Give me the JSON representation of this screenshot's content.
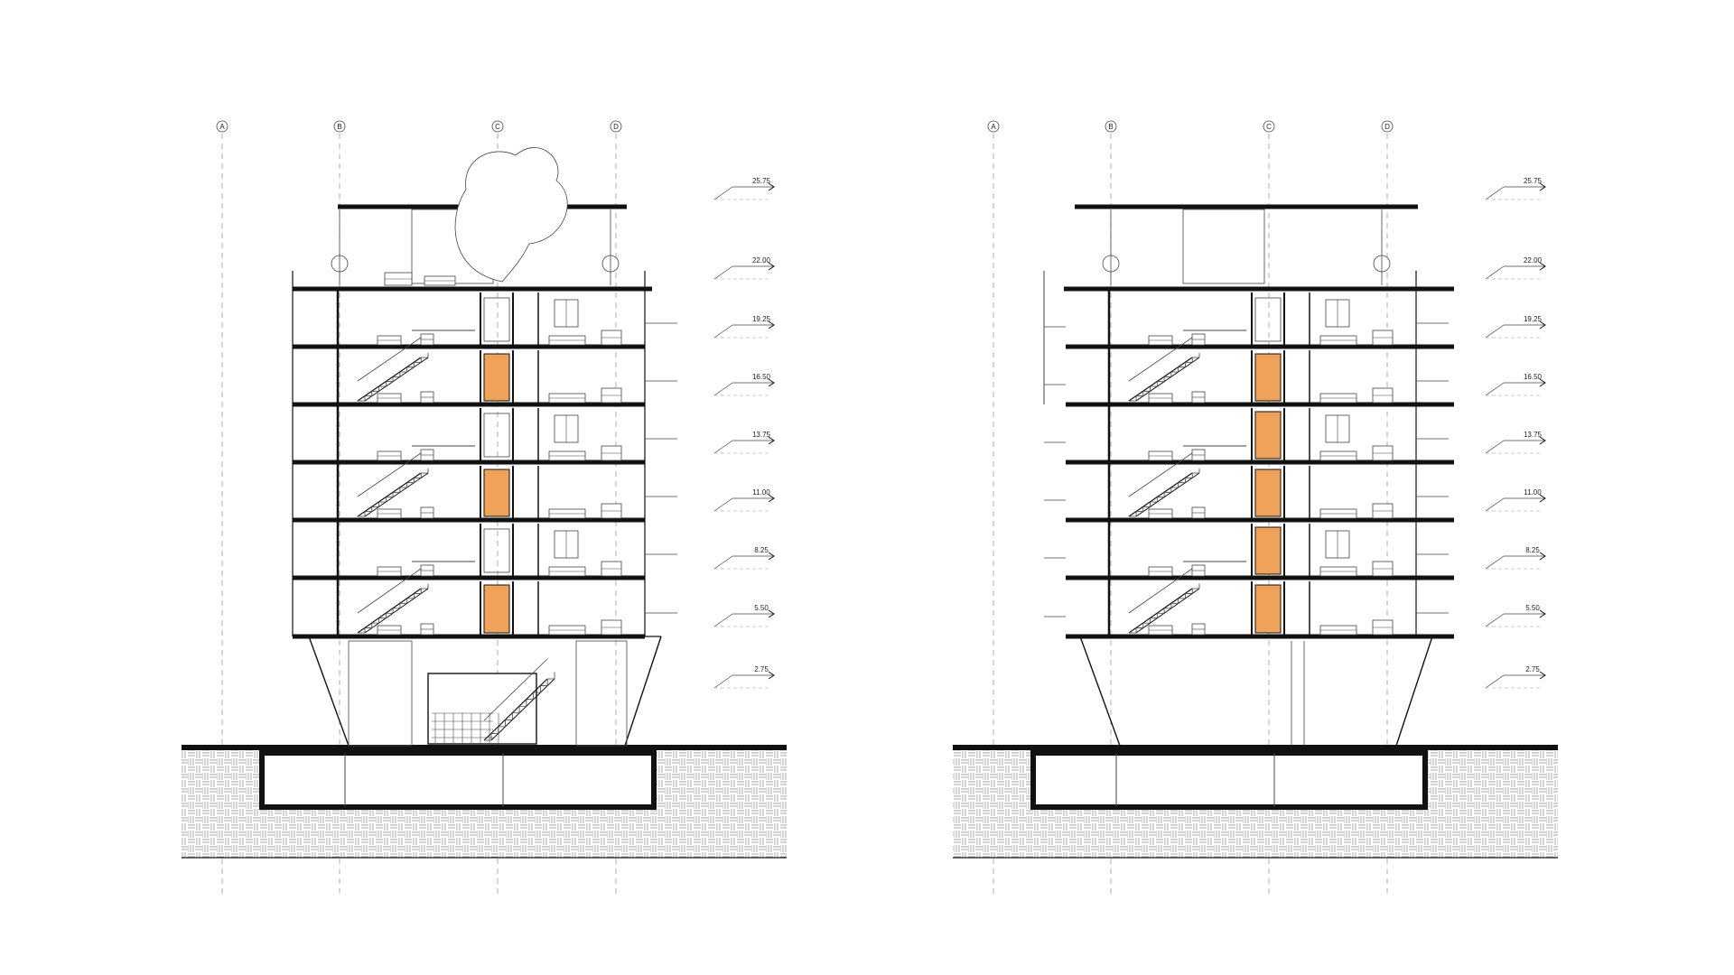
{
  "grid_labels": [
    "A",
    "B",
    "C",
    "D"
  ],
  "levels": [
    {
      "label": "25.75"
    },
    {
      "label": "22.00"
    },
    {
      "label": "19.25"
    },
    {
      "label": "16.50"
    },
    {
      "label": "13.75"
    },
    {
      "label": "11.00"
    },
    {
      "label": "8.25"
    },
    {
      "label": "5.50"
    },
    {
      "label": "2.75"
    }
  ],
  "colors": {
    "line": "#111111",
    "thin": "#444444",
    "axis": "#9a9a9a",
    "stair_core": "#F0A25A",
    "ground_hatch": "#8a8a8a"
  },
  "sections": [
    {
      "name": "section-left",
      "core_floors": [
        0,
        2,
        4
      ]
    },
    {
      "name": "section-right",
      "core_floors": [
        0,
        1,
        2,
        3,
        4
      ]
    }
  ]
}
